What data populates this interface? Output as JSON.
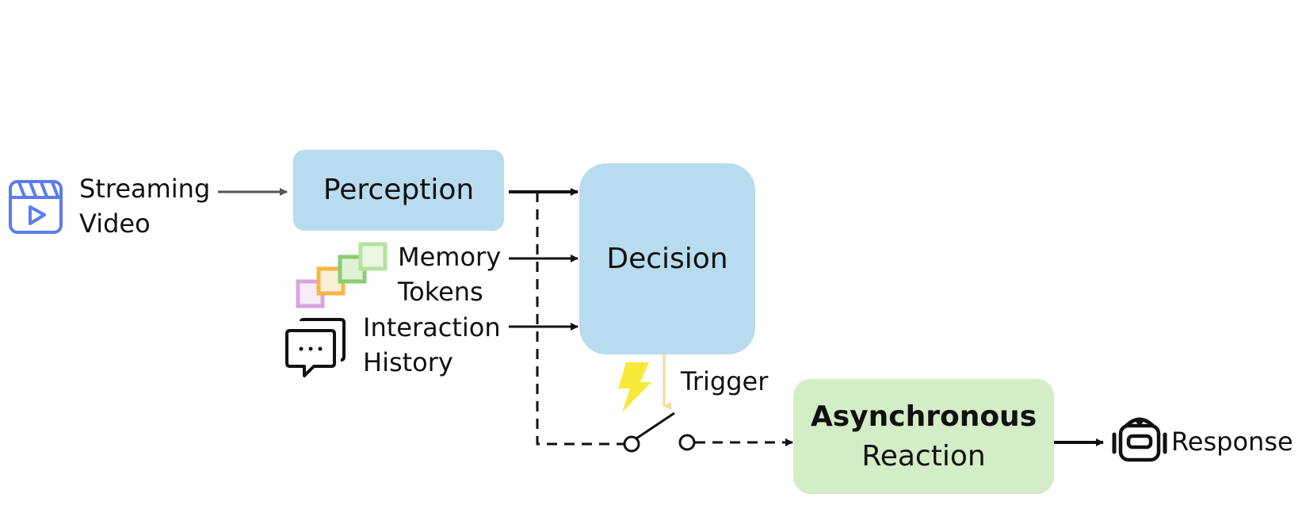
{
  "inputs": {
    "streaming_video": [
      "Streaming",
      "Video"
    ],
    "memory_tokens": [
      "Memory",
      "Tokens"
    ],
    "interaction_history": [
      "Interaction",
      "History"
    ]
  },
  "modules": {
    "perception": "Perception",
    "decision": "Decision",
    "reaction": [
      "Asynchronous",
      "Reaction"
    ]
  },
  "trigger_label": "Trigger",
  "output_label": "Response",
  "colors": {
    "module_blue": "#b8dbef",
    "module_green": "#d3edc6",
    "trigger_arrow": "#f7d99a",
    "lightning": "#f7ea3a",
    "video_icon": "#5b7cf0",
    "memory_purple": "#d9a4dd",
    "memory_orange": "#f1b844",
    "memory_green1": "#8ccc72",
    "memory_green2": "#b5e2a3"
  },
  "icons": {
    "video": "video-clapper-icon",
    "memory": "memory-tokens-icon",
    "chat": "chat-bubbles-icon",
    "trigger": "lightning-icon",
    "robot": "robot-icon"
  }
}
